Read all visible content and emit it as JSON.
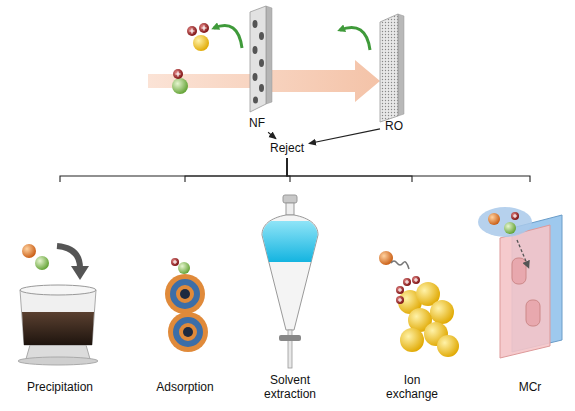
{
  "diagram": {
    "nodes": [
      {
        "text": [
          "NF"
        ]
      },
      {
        "text": [
          "RO"
        ]
      },
      {
        "text": [
          "Reject"
        ]
      },
      {
        "text": [
          "Precipitation"
        ]
      },
      {
        "text": [
          "Adsorption"
        ]
      },
      {
        "text": [
          "Solvent extraction"
        ]
      },
      {
        "text": [
          "Ion exchange"
        ]
      },
      {
        "text": [
          "MCr"
        ]
      }
    ],
    "edges": [
      {
        "from": 0,
        "to": 2,
        "arrow": "to"
      },
      {
        "from": 1,
        "to": 2,
        "arrow": "to"
      },
      {
        "from": 2,
        "to": 3,
        "arrow": "none"
      },
      {
        "from": 2,
        "to": 4,
        "arrow": "none"
      },
      {
        "from": 2,
        "to": 5,
        "arrow": "none"
      },
      {
        "from": 2,
        "to": 6,
        "arrow": "none"
      },
      {
        "from": 2,
        "to": 7,
        "arrow": "none"
      }
    ]
  }
}
